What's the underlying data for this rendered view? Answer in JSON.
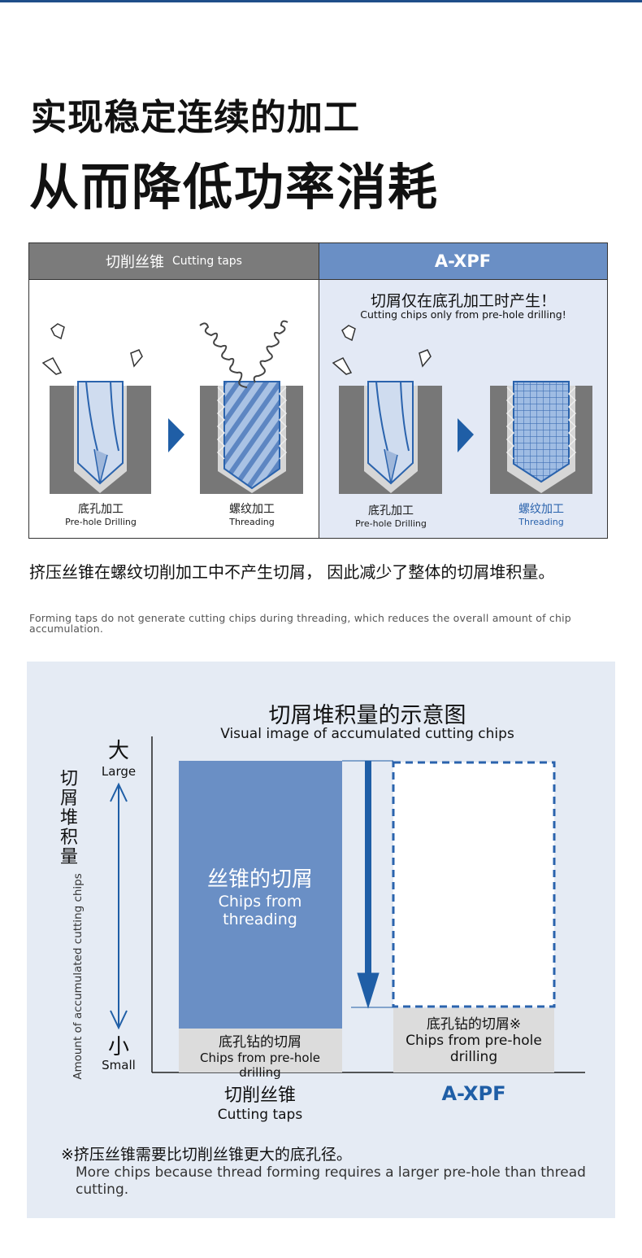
{
  "headline": {
    "line1": "实现稳定连续的加工",
    "line2": "从而降低功率消耗"
  },
  "comparison": {
    "left_header_cn": "切削丝锥",
    "left_header_en": "Cutting taps",
    "right_header": "A-XPF",
    "right_note_cn": "切屑仅在底孔加工时产生！",
    "right_note_en": "Cutting chips only from pre-hole drilling!",
    "steps": [
      {
        "cn": "底孔加工",
        "en": "Pre-hole Drilling"
      },
      {
        "cn": "螺纹加工",
        "en": "Threading"
      },
      {
        "cn": "底孔加工",
        "en": "Pre-hole Drilling"
      },
      {
        "cn": "螺纹加工",
        "en": "Threading"
      }
    ]
  },
  "description": {
    "cn": "挤压丝锥在螺纹切削加工中不产生切屑， 因此减少了整体的切屑堆积量。",
    "en": "Forming taps do not generate cutting chips during threading, which reduces the overall amount of chip accumulation."
  },
  "chart": {
    "title_cn": "切屑堆积量的示意图",
    "title_en": "Visual image of accumulated cutting chips",
    "y_axis_cn": "切屑堆积量",
    "y_axis_en": "Amount of accumulated cutting chips",
    "large_cn": "大",
    "large_en": "Large",
    "small_cn": "小",
    "small_en": "Small",
    "bar1_top_cn": "丝锥的切屑",
    "bar1_top_en": "Chips from threading",
    "bar1_base_cn": "底孔钻的切屑",
    "bar1_base_en": "Chips from pre-hole drilling",
    "bar2_base_cn": "底孔钻的切屑※",
    "bar2_base_en": "Chips from pre-hole drilling",
    "x_label1_cn": "切削丝锥",
    "x_label1_en": "Cutting taps",
    "x_label2": "A-XPF",
    "footnote_cn": "※挤压丝锥需要比切削丝锥更大的底孔径。",
    "footnote_en": "More chips because thread forming requires a larger pre-hole than thread cutting."
  },
  "colors": {
    "brand_blue": "#1f5ea6",
    "bar_blue": "#6a8fc5",
    "header_gray": "#7b7b7b",
    "panel_light": "#e3e9f5",
    "chart_bg": "#e5ebf4"
  }
}
